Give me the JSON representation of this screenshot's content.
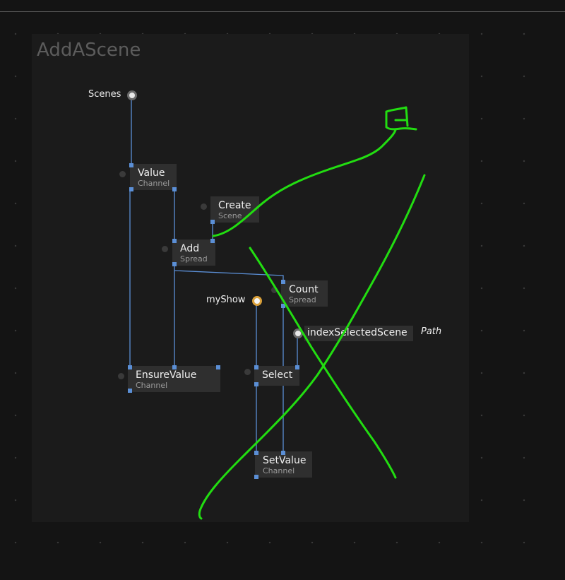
{
  "region": {
    "title": "AddAScene"
  },
  "pads": {
    "scenes": "Scenes",
    "myshow": "myShow"
  },
  "nodes": {
    "value": {
      "title": "Value",
      "subtitle": "Channel"
    },
    "create": {
      "title": "Create",
      "subtitle": "Scene"
    },
    "add": {
      "title": "Add",
      "subtitle": "Spread"
    },
    "count": {
      "title": "Count",
      "subtitle": "Spread"
    },
    "index": {
      "title": "indexSelectedScene",
      "type_label": "Path"
    },
    "ensure": {
      "title": "EnsureValue",
      "subtitle": "Channel"
    },
    "select": {
      "title": "Select"
    },
    "setvalue": {
      "title": "SetValue",
      "subtitle": "Channel"
    }
  },
  "colors": {
    "background": "#141414",
    "region": "#1b1b1b",
    "node": "#2f2f2f",
    "wire": "#5b8fd6",
    "annotation": "#22dd11",
    "pad_gold": "#d9a03a"
  }
}
